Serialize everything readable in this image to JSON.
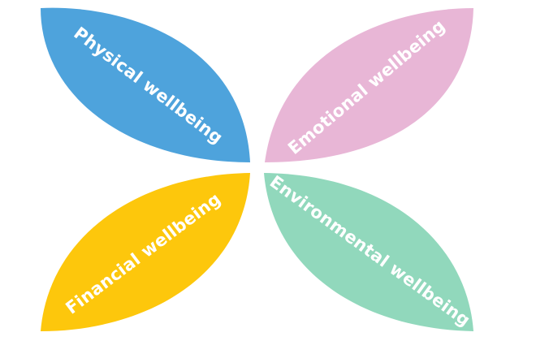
{
  "petals": [
    {
      "label": "Physical wellbeing",
      "color": "#4ea3dc"
    },
    {
      "label": "Emotional wellbeing",
      "color": "#e8b6d6"
    },
    {
      "label": "Financial wellbeing",
      "color": "#fdc70c"
    },
    {
      "label": "Environmental wellbeing",
      "color": "#91d8bc"
    }
  ]
}
